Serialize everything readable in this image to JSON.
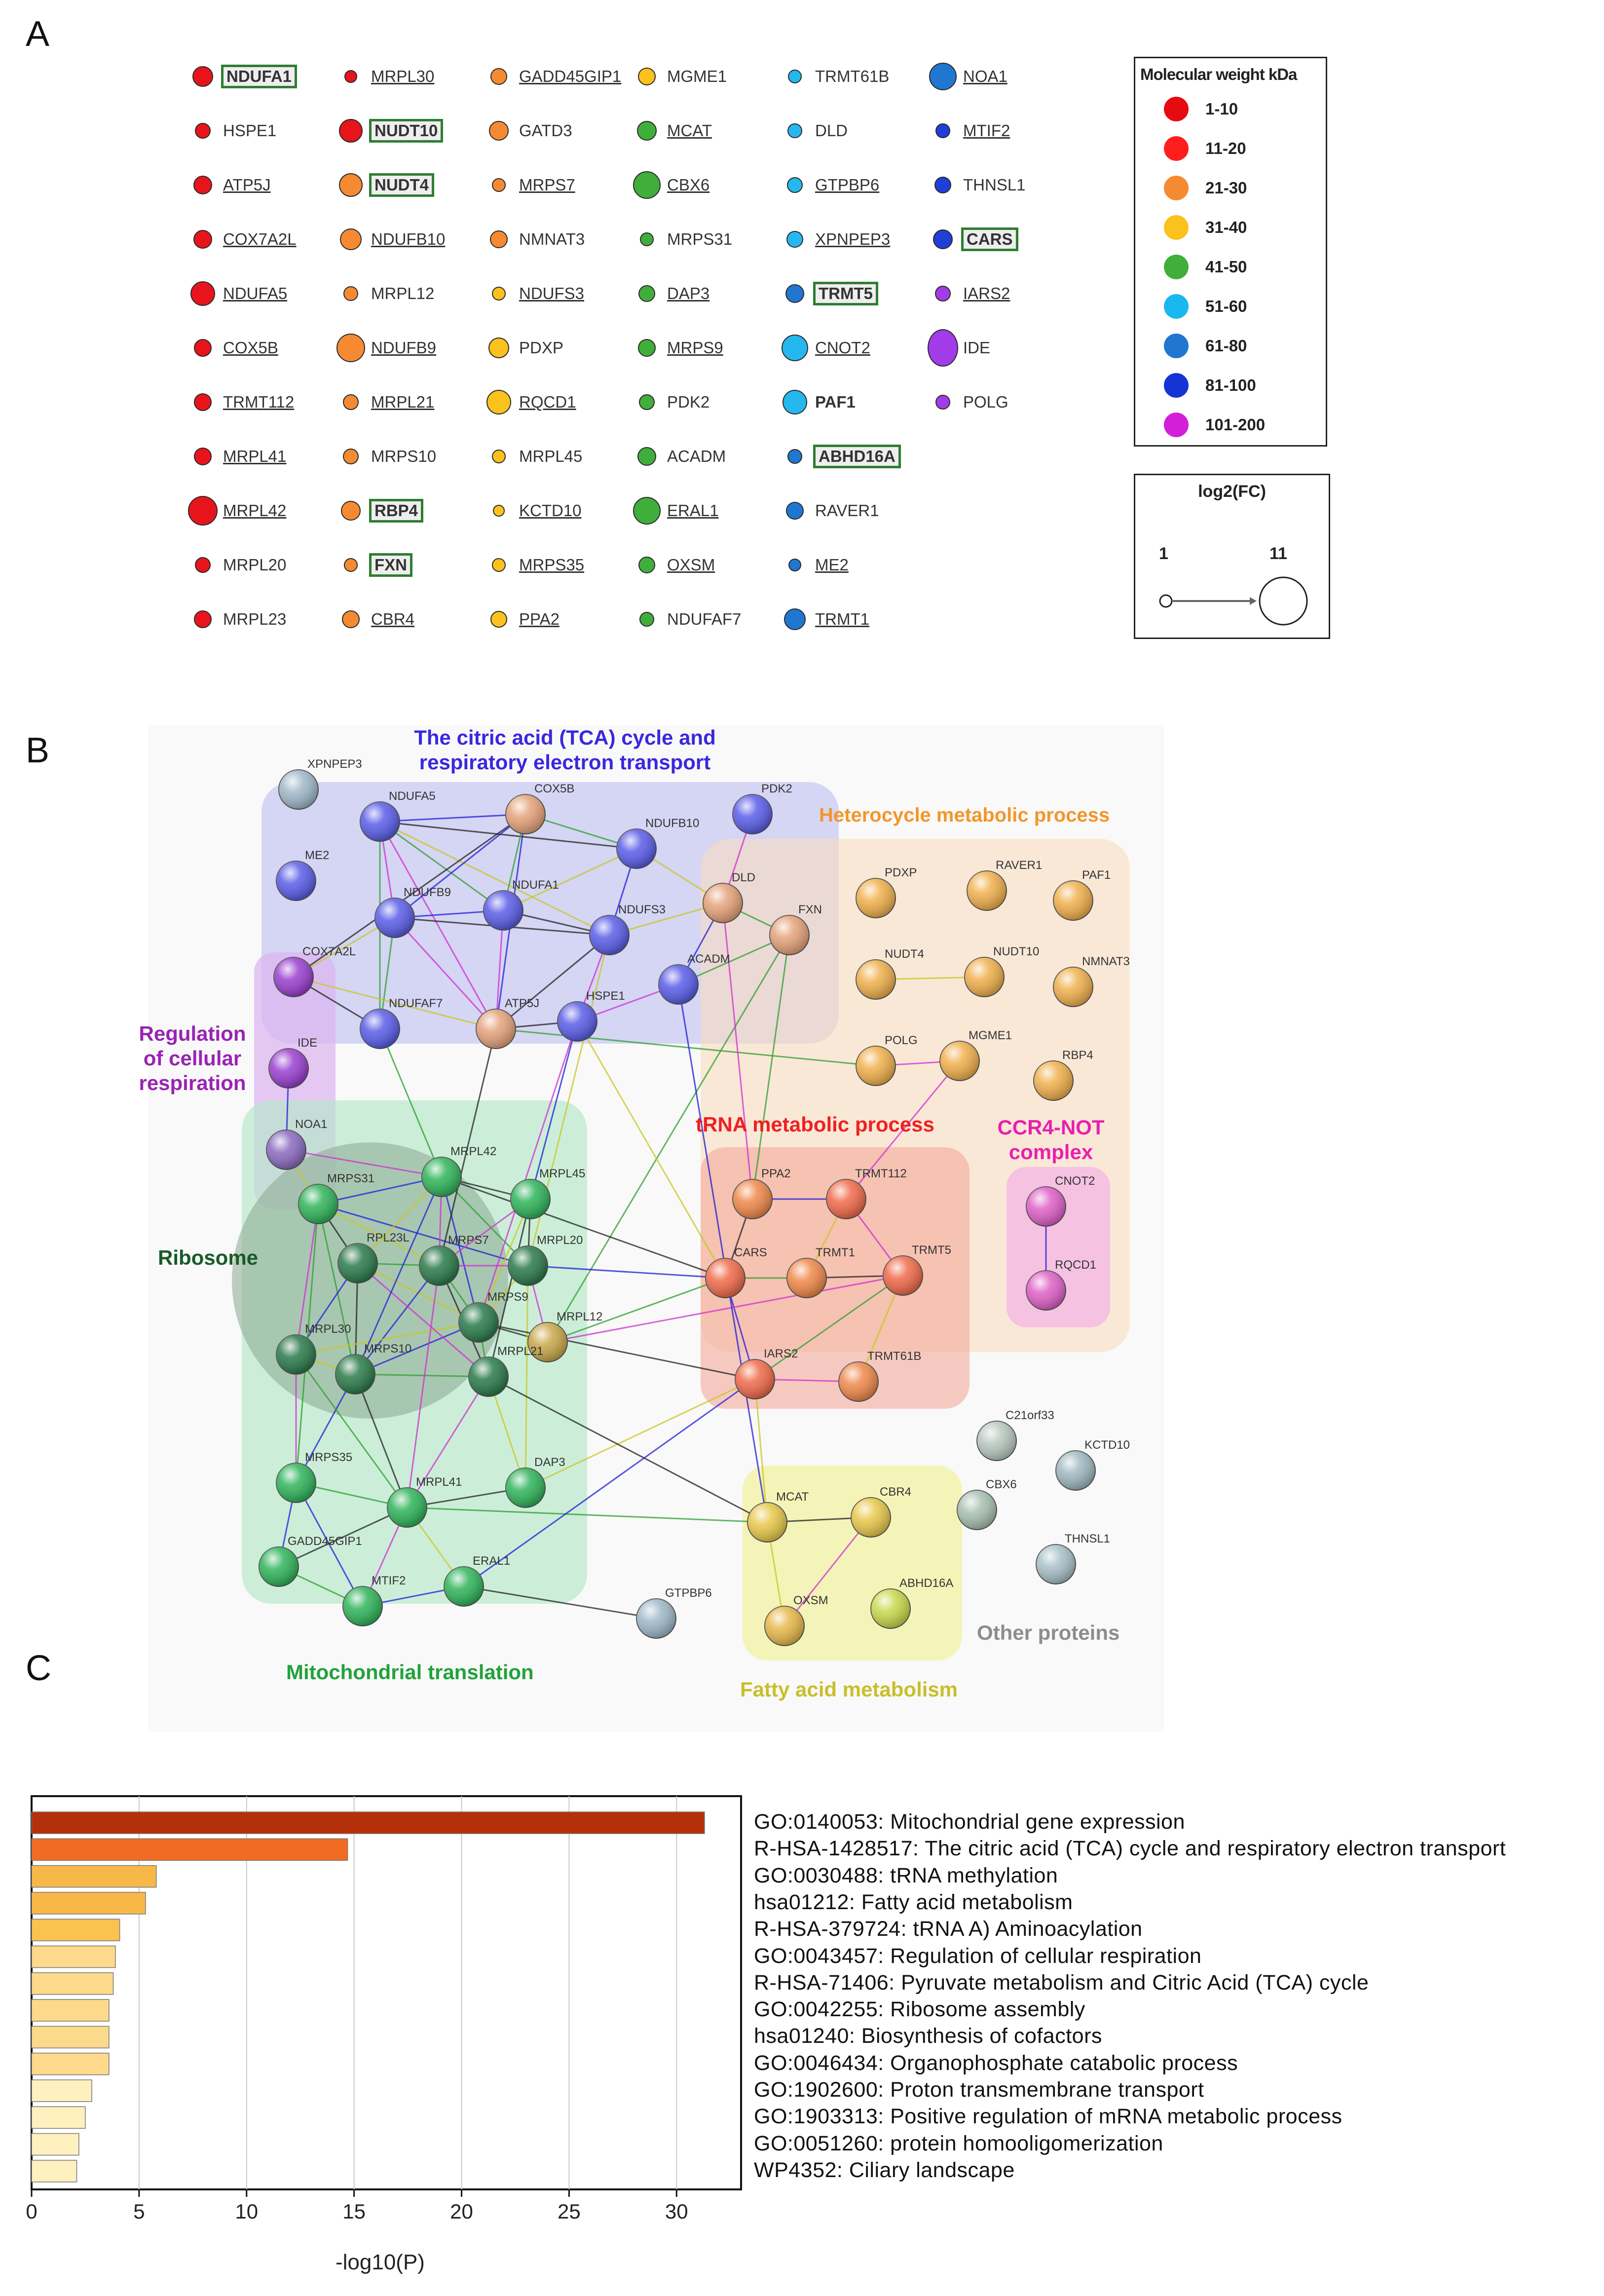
{
  "panel_labels": {
    "a": "A",
    "b": "B",
    "c": "C"
  },
  "panelA": {
    "proteins": [
      {
        "name": "NDUFA1",
        "color": "#e8141c",
        "size": 42,
        "style": "box"
      },
      {
        "name": "HSPE1",
        "color": "#e8141c",
        "size": 32,
        "style": "plain"
      },
      {
        "name": "ATP5J",
        "color": "#e8141c",
        "size": 38,
        "style": "u"
      },
      {
        "name": "COX7A2L",
        "color": "#e8141c",
        "size": 38,
        "style": "u"
      },
      {
        "name": "NDUFA5",
        "color": "#e8141c",
        "size": 50,
        "style": "u"
      },
      {
        "name": "COX5B",
        "color": "#e8141c",
        "size": 36,
        "style": "u"
      },
      {
        "name": "TRMT112",
        "color": "#e8141c",
        "size": 36,
        "style": "u"
      },
      {
        "name": "MRPL41",
        "color": "#e8141c",
        "size": 36,
        "style": "u"
      },
      {
        "name": "MRPL42",
        "color": "#e8141c",
        "size": 60,
        "style": "u"
      },
      {
        "name": "MRPL20",
        "color": "#e8141c",
        "size": 32,
        "style": "plain"
      },
      {
        "name": "MRPL23",
        "color": "#e8141c",
        "size": 36,
        "style": "plain"
      },
      {
        "name": "MRPL30",
        "color": "#e8141c",
        "size": 26,
        "style": "u"
      },
      {
        "name": "NUDT10",
        "color": "#e8141c",
        "size": 48,
        "style": "box"
      },
      {
        "name": "NUDT4",
        "color": "#f58a33",
        "size": 48,
        "style": "box"
      },
      {
        "name": "NDUFB10",
        "color": "#f58a33",
        "size": 44,
        "style": "u"
      },
      {
        "name": "MRPL12",
        "color": "#f58a33",
        "size": 30,
        "style": "plain"
      },
      {
        "name": "NDUFB9",
        "color": "#f58a33",
        "size": 58,
        "style": "u"
      },
      {
        "name": "MRPL21",
        "color": "#f58a33",
        "size": 32,
        "style": "u"
      },
      {
        "name": "MRPS10",
        "color": "#f58a33",
        "size": 32,
        "style": "plain"
      },
      {
        "name": "RBP4",
        "color": "#f58a33",
        "size": 40,
        "style": "box"
      },
      {
        "name": "FXN",
        "color": "#f58a33",
        "size": 28,
        "style": "box"
      },
      {
        "name": "CBR4",
        "color": "#f58a33",
        "size": 36,
        "style": "u"
      },
      {
        "name": "GADD45GIP1",
        "color": "#f58a33",
        "size": 34,
        "style": "u"
      },
      {
        "name": "GATD3",
        "color": "#f58a33",
        "size": 40,
        "style": "plain"
      },
      {
        "name": "MRPS7",
        "color": "#f58a33",
        "size": 28,
        "style": "u"
      },
      {
        "name": "NMNAT3",
        "color": "#f58a33",
        "size": 36,
        "style": "plain"
      },
      {
        "name": "NDUFS3",
        "color": "#fbc11c",
        "size": 28,
        "style": "u"
      },
      {
        "name": "PDXP",
        "color": "#fbc11c",
        "size": 42,
        "style": "plain"
      },
      {
        "name": "RQCD1",
        "color": "#fbc11c",
        "size": 50,
        "style": "u"
      },
      {
        "name": "MRPL45",
        "color": "#fbc11c",
        "size": 28,
        "style": "plain"
      },
      {
        "name": "KCTD10",
        "color": "#fbc11c",
        "size": 24,
        "style": "u"
      },
      {
        "name": "MRPS35",
        "color": "#fbc11c",
        "size": 28,
        "style": "u"
      },
      {
        "name": "PPA2",
        "color": "#fbc11c",
        "size": 34,
        "style": "u"
      },
      {
        "name": "MGME1",
        "color": "#fbc11c",
        "size": 36,
        "style": "plain"
      },
      {
        "name": "MCAT",
        "color": "#3fae3a",
        "size": 40,
        "style": "u"
      },
      {
        "name": "CBX6",
        "color": "#3fae3a",
        "size": 56,
        "style": "u"
      },
      {
        "name": "MRPS31",
        "color": "#3fae3a",
        "size": 28,
        "style": "plain"
      },
      {
        "name": "DAP3",
        "color": "#3fae3a",
        "size": 34,
        "style": "u"
      },
      {
        "name": "MRPS9",
        "color": "#3fae3a",
        "size": 36,
        "style": "u"
      },
      {
        "name": "PDK2",
        "color": "#3fae3a",
        "size": 32,
        "style": "plain"
      },
      {
        "name": "ACADM",
        "color": "#3fae3a",
        "size": 38,
        "style": "plain"
      },
      {
        "name": "ERAL1",
        "color": "#3fae3a",
        "size": 56,
        "style": "u"
      },
      {
        "name": "OXSM",
        "color": "#3fae3a",
        "size": 34,
        "style": "u"
      },
      {
        "name": "NDUFAF7",
        "color": "#3fae3a",
        "size": 30,
        "style": "plain"
      },
      {
        "name": "TRMT61B",
        "color": "#25b8ee",
        "size": 28,
        "style": "plain"
      },
      {
        "name": "DLD",
        "color": "#25b8ee",
        "size": 30,
        "style": "plain"
      },
      {
        "name": "GTPBP6",
        "color": "#25b8ee",
        "size": 32,
        "style": "u"
      },
      {
        "name": "XPNPEP3",
        "color": "#25b8ee",
        "size": 34,
        "style": "u"
      },
      {
        "name": "TRMT5",
        "color": "#1f77d0",
        "size": 38,
        "style": "box"
      },
      {
        "name": "CNOT2",
        "color": "#25b8ee",
        "size": 54,
        "style": "u"
      },
      {
        "name": "PAF1",
        "color": "#25b8ee",
        "size": 50,
        "style": "bold"
      },
      {
        "name": "ABHD16A",
        "color": "#1f77d0",
        "size": 30,
        "style": "box"
      },
      {
        "name": "RAVER1",
        "color": "#1f77d0",
        "size": 36,
        "style": "plain"
      },
      {
        "name": "ME2",
        "color": "#1f77d0",
        "size": 26,
        "style": "u"
      },
      {
        "name": "TRMT1",
        "color": "#1f77d0",
        "size": 44,
        "style": "u"
      },
      {
        "name": "NOA1",
        "color": "#1f77d0",
        "size": 56,
        "style": "u"
      },
      {
        "name": "MTIF2",
        "color": "#1f3fd6",
        "size": 30,
        "style": "u"
      },
      {
        "name": "THNSL1",
        "color": "#1f3fd6",
        "size": 34,
        "style": "plain"
      },
      {
        "name": "CARS",
        "color": "#1f3fd6",
        "size": 40,
        "style": "box"
      },
      {
        "name": "IARS2",
        "color": "#a23be8",
        "size": 32,
        "style": "u"
      },
      {
        "name": "IDE",
        "color": "#a23be8",
        "size": 76,
        "style": "plain"
      },
      {
        "name": "POLG",
        "color": "#a23be8",
        "size": 30,
        "style": "plain"
      }
    ],
    "legend_mw": {
      "title": "Molecular weight kDa",
      "items": [
        {
          "label": "1-10",
          "color": "#e60b10"
        },
        {
          "label": "11-20",
          "color": "#ff1e1e"
        },
        {
          "label": "21-30",
          "color": "#f58a33"
        },
        {
          "label": "31-40",
          "color": "#fbc11c"
        },
        {
          "label": "41-50",
          "color": "#3fae3a"
        },
        {
          "label": "51-60",
          "color": "#19b8ef"
        },
        {
          "label": "61-80",
          "color": "#1f77d0"
        },
        {
          "label": "81-100",
          "color": "#1534d6"
        },
        {
          "label": "101-200",
          "color": "#d21fd8"
        }
      ]
    },
    "legend_fc": {
      "title": "log2(FC)",
      "min": "1",
      "max": "11"
    }
  },
  "panelB": {
    "groups": [
      {
        "label": "The citric acid (TCA) cycle and",
        "label2": "respiratory electron transport",
        "color": "#3b27e0"
      },
      {
        "label": "Heterocycle metabolic process",
        "color": "#f2962a"
      },
      {
        "label": "Regulation",
        "label2": "of cellular",
        "label3": "respiration",
        "color": "#9a23b4"
      },
      {
        "label": "Ribosome",
        "color": "#1a5a2a"
      },
      {
        "label": "tRNA metabolic process",
        "color": "#ef2020"
      },
      {
        "label": "CCR4-NOT",
        "label2": "complex",
        "color": "#ea1fae"
      },
      {
        "label": "Mitochondrial translation",
        "color": "#22a23a"
      },
      {
        "label": "Fatty acid metabolism",
        "color": "#c9be2a"
      },
      {
        "label": "Other proteins",
        "color": "#8d8d8d"
      }
    ],
    "nodes": [
      {
        "name": "XPNPEP3",
        "color": "#9fb8c8"
      },
      {
        "name": "NDUFA5",
        "color": "#5a5de8"
      },
      {
        "name": "COX5B",
        "color": "#e5a27a"
      },
      {
        "name": "NDUFB10",
        "color": "#5a5de8"
      },
      {
        "name": "PDK2",
        "color": "#5a5de8"
      },
      {
        "name": "ME2",
        "color": "#5a5de8"
      },
      {
        "name": "NDUFB9",
        "color": "#5a5de8"
      },
      {
        "name": "NDUFA1",
        "color": "#5a5de8"
      },
      {
        "name": "NDUFS3",
        "color": "#5a5de8"
      },
      {
        "name": "DLD",
        "color": "#e5a27a"
      },
      {
        "name": "FXN",
        "color": "#e5a27a"
      },
      {
        "name": "COX7A2L",
        "color": "#9a3fcf"
      },
      {
        "name": "NDUFAF7",
        "color": "#5a5de8"
      },
      {
        "name": "ATP5J",
        "color": "#e5a27a"
      },
      {
        "name": "HSPE1",
        "color": "#5a5de8"
      },
      {
        "name": "ACADM",
        "color": "#5a5de8"
      },
      {
        "name": "IDE",
        "color": "#9a3fcf"
      },
      {
        "name": "NOA1",
        "color": "#8a6abf"
      },
      {
        "name": "PDXP",
        "color": "#f0b04c"
      },
      {
        "name": "RAVER1",
        "color": "#f0b04c"
      },
      {
        "name": "PAF1",
        "color": "#f0b04c"
      },
      {
        "name": "NUDT4",
        "color": "#f0b04c"
      },
      {
        "name": "NUDT10",
        "color": "#f0b04c"
      },
      {
        "name": "NMNAT3",
        "color": "#f0b04c"
      },
      {
        "name": "POLG",
        "color": "#f0b04c"
      },
      {
        "name": "MGME1",
        "color": "#f0b04c"
      },
      {
        "name": "RBP4",
        "color": "#f0b04c"
      },
      {
        "name": "MRPS31",
        "color": "#2fb45a"
      },
      {
        "name": "MRPL42",
        "color": "#2fb45a"
      },
      {
        "name": "MRPL45",
        "color": "#2fb45a"
      },
      {
        "name": "RPL23L",
        "color": "#2a7a4a"
      },
      {
        "name": "MRPS7",
        "color": "#2a7a4a"
      },
      {
        "name": "MRPL20",
        "color": "#2a7a4a"
      },
      {
        "name": "MRPS9",
        "color": "#2a7a4a"
      },
      {
        "name": "MRPL12",
        "color": "#c8a84a"
      },
      {
        "name": "MRPL30",
        "color": "#2a7a4a"
      },
      {
        "name": "MRPS10",
        "color": "#2a7a4a"
      },
      {
        "name": "MRPL21",
        "color": "#2a7a4a"
      },
      {
        "name": "MRPS35",
        "color": "#2fb45a"
      },
      {
        "name": "MRPL41",
        "color": "#2fb45a"
      },
      {
        "name": "DAP3",
        "color": "#2fb45a"
      },
      {
        "name": "GADD45GIP1",
        "color": "#2fb45a"
      },
      {
        "name": "MTIF2",
        "color": "#2fb45a"
      },
      {
        "name": "ERAL1",
        "color": "#2fb45a"
      },
      {
        "name": "GTPBP6",
        "color": "#9fb8c8"
      },
      {
        "name": "PPA2",
        "color": "#f0884a"
      },
      {
        "name": "TRMT112",
        "color": "#f06a4a"
      },
      {
        "name": "CARS",
        "color": "#f06a4a"
      },
      {
        "name": "TRMT1",
        "color": "#f0884a"
      },
      {
        "name": "TRMT5",
        "color": "#f06a4a"
      },
      {
        "name": "IARS2",
        "color": "#f06a4a"
      },
      {
        "name": "TRMT61B",
        "color": "#f0884a"
      },
      {
        "name": "CNOT2",
        "color": "#e060c8"
      },
      {
        "name": "RQCD1",
        "color": "#e060c8"
      },
      {
        "name": "MCAT",
        "color": "#e8c84a"
      },
      {
        "name": "CBR4",
        "color": "#e8c84a"
      },
      {
        "name": "OXSM",
        "color": "#e8b84a"
      },
      {
        "name": "ABHD16A",
        "color": "#c8d84a"
      },
      {
        "name": "C21orf33",
        "color": "#b8c8c0"
      },
      {
        "name": "KCTD10",
        "color": "#9fb8c0"
      },
      {
        "name": "CBX6",
        "color": "#a8c0b0"
      },
      {
        "name": "THNSL1",
        "color": "#a8c0c8"
      }
    ]
  },
  "chart_data": {
    "type": "bar",
    "orientation": "horizontal",
    "categories": [
      "GO:0140053: Mitochondrial gene expression",
      "R-HSA-1428517: The citric acid (TCA) cycle and respiratory electron transport",
      "GO:0030488: tRNA methylation",
      "hsa01212: Fatty acid metabolism",
      "R-HSA-379724: tRNA A)  Aminoacylation",
      "GO:0043457: Regulation of cellular respiration",
      "R-HSA-71406: Pyruvate metabolism and Citric Acid (TCA) cycle",
      "GO:0042255: Ribosome assembly",
      "hsa01240: Biosynthesis of cofactors",
      "GO:0046434: Organophosphate catabolic process",
      "GO:1902600: Proton transmembrane transport",
      "GO:1903313: Positive regulation of mRNA metabolic process",
      "GO:0051260: protein homooligomerization",
      "WP4352: Ciliary landscape"
    ],
    "values": [
      31.3,
      14.7,
      5.8,
      5.3,
      4.1,
      3.9,
      3.8,
      3.6,
      3.6,
      3.6,
      2.8,
      2.5,
      2.2,
      2.1
    ],
    "colors": [
      "#b5300a",
      "#f26b22",
      "#f8b848",
      "#f8b848",
      "#fbc24f",
      "#fdd98c",
      "#fdd98c",
      "#fdd98c",
      "#fdd98c",
      "#fdd98c",
      "#fff0c0",
      "#fff0c0",
      "#fff0c0",
      "#fff0c0"
    ],
    "xlabel": "-log10(P)",
    "xlim": [
      0,
      33
    ],
    "xticks": [
      0,
      5,
      10,
      15,
      20,
      25,
      30
    ]
  }
}
